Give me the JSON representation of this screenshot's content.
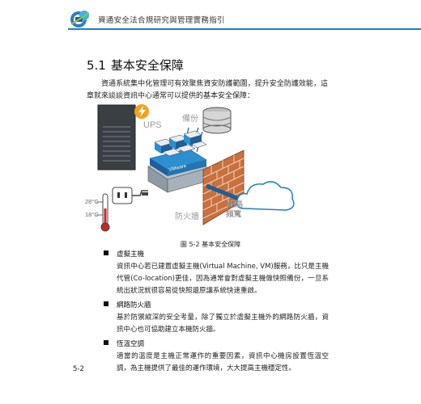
{
  "header": {
    "book_title": "資通安全法合規研究與管理實務指引"
  },
  "section": {
    "number": "5.1",
    "title": "基本安全保障"
  },
  "intro": "資通系統集中化管理可有效聚焦資安防護範圍，提升安全防護效能，這章就來談談資訊中心通常可以提供的基本安全保障：",
  "figure": {
    "labels": {
      "ups": "UPS",
      "backup": "備份",
      "vmware": "VMware",
      "firewall": "防火牆",
      "bandwidth_line1": "網路",
      "bandwidth_line2": "頻寬",
      "temp_high": "28°C",
      "temp_low": "18°C"
    },
    "caption": "圖 5-2  基本安全保障"
  },
  "items": [
    {
      "head": "虛擬主機",
      "body": "資訊中心若已建置虛擬主機(Virtual Machine, VM)服務，比只是主機代管(Co-location)更佳，因為通常會對虛擬主機做快照備份，一旦系統出狀況就很容易從快照還原讓系統快速重啟。"
    },
    {
      "head": "網路防火牆",
      "body": "基於防禦縱深的安全考量，除了獨立於虛擬主機外的網路防火牆，資訊中心也可協助建立本機防火牆。"
    },
    {
      "head": "恆溫空調",
      "body": "適當的溫度是主機正常運作的重要因素，資訊中心機房設置恆溫空調，為主機提供了最佳的運作環境，大大提高主機穩定性。"
    }
  ],
  "footer": {
    "page_number": "5-2"
  },
  "colors": {
    "accent_blue": "#1e7fc7",
    "brick": "#c8703e",
    "ups_yellow": "#f3a21b",
    "server_blue": "#2b8fd1"
  }
}
